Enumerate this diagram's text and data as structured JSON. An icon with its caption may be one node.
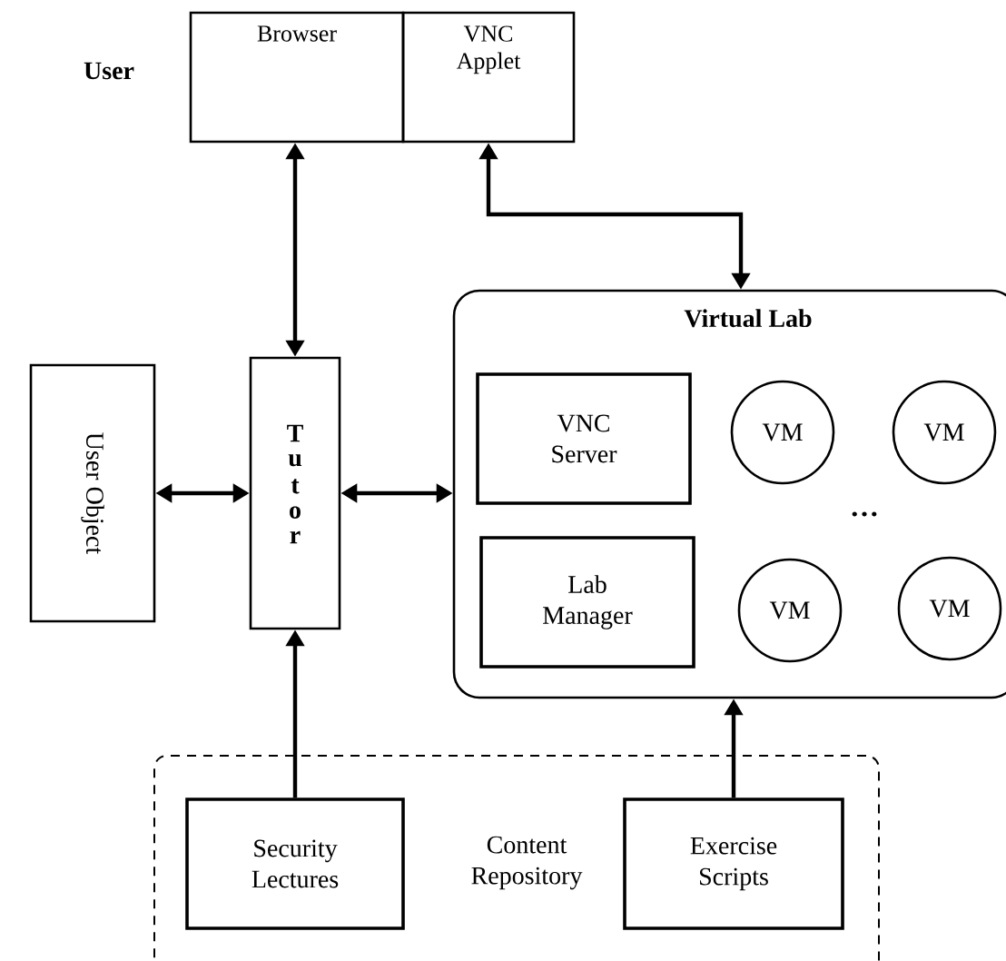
{
  "diagram": {
    "nodes": [
      {
        "text": [
          "Browser"
        ]
      },
      {
        "text": [
          "VNC Applet"
        ]
      },
      {
        "text": [
          "User Object"
        ]
      },
      {
        "text": [
          "Tutor"
        ]
      },
      {
        "text": [
          "Virtual Lab"
        ]
      },
      {
        "text": [
          "VNC Server"
        ],
        "in": 4
      },
      {
        "text": [
          "VM"
        ],
        "in": 4
      },
      {
        "text": [
          "VM"
        ],
        "in": 4
      },
      {
        "text": [
          "Lab Manager"
        ],
        "in": 4
      },
      {
        "text": [
          "VM"
        ],
        "in": 4
      },
      {
        "text": [
          "VM"
        ],
        "in": 4
      },
      {
        "text": [
          "Content Repository"
        ]
      },
      {
        "text": [
          "Security Lectures"
        ],
        "in": 11
      },
      {
        "text": [
          "Exercise Scripts"
        ],
        "in": 11
      }
    ],
    "edges": [
      {
        "from": 0,
        "to": 3,
        "arrow": "both"
      },
      {
        "from": 1,
        "to": 4,
        "arrow": "both"
      },
      {
        "from": 2,
        "to": 3,
        "arrow": "both"
      },
      {
        "from": 3,
        "to": 4,
        "arrow": "both"
      },
      {
        "from": 12,
        "to": 3,
        "arrow": "to"
      },
      {
        "from": 13,
        "to": 4,
        "arrow": "to"
      }
    ],
    "labels": [
      "User",
      "…"
    ]
  }
}
